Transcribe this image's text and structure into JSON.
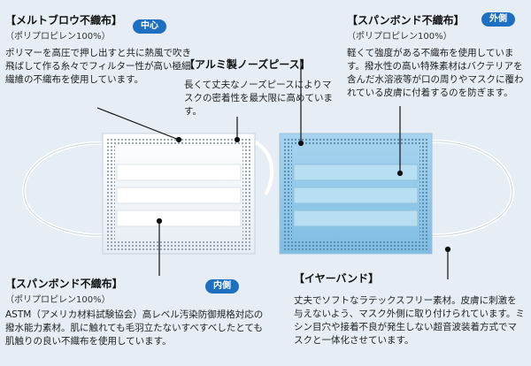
{
  "meltblown": {
    "title": "【メルトブロウ不織布】",
    "sub": "（ポリプロピレン100%）",
    "badge": "中心",
    "text": "ポリマーを高圧で押し出すと共に熱風で吹き飛ばして作る糸々でフィルター性が高い極細繊維の不織布を使用しています。"
  },
  "spunbond_outer": {
    "title": "【スパンボンド不織布】",
    "sub": "（ポリプロピレン100%）",
    "badge": "外側",
    "text": "軽くて強度がある不織布を使用しています。撥水性の高い特殊素材はバクテリアを含んだ水溶液等が口の周りやマスクに覆われている皮膚に付着するのを防ぎます。"
  },
  "nose": {
    "title": "【アルミ製ノーズピース】",
    "text": "長くて丈夫なノーズピースによりマスクの密着性を最大限に高めています。"
  },
  "spunbond_inner": {
    "title": "【スパンボンド不織布】",
    "sub": "（ポリプロピレン100%）",
    "badge": "内側",
    "text": "ASTM（アメリカ材料試験協会）高レベル汚染防御規格対応の撥水能力素材。肌に触れても毛羽立たないすべすべしたとても肌触りの良い不織布を使用しています。"
  },
  "earband": {
    "title": "【イヤーバンド】",
    "text": "丈夫でソフトなラテックスフリー素材。皮膚に刺激を与えないよう、マスク外側に取り付けられています。ミシン目穴や接着不良が発生しない超音波装着方式でマスクと一体化させています。"
  },
  "colors": {
    "badge": "#1d6fc1",
    "mask_inner": "#f4f7fa",
    "mask_outer": "#8fc6e6"
  }
}
